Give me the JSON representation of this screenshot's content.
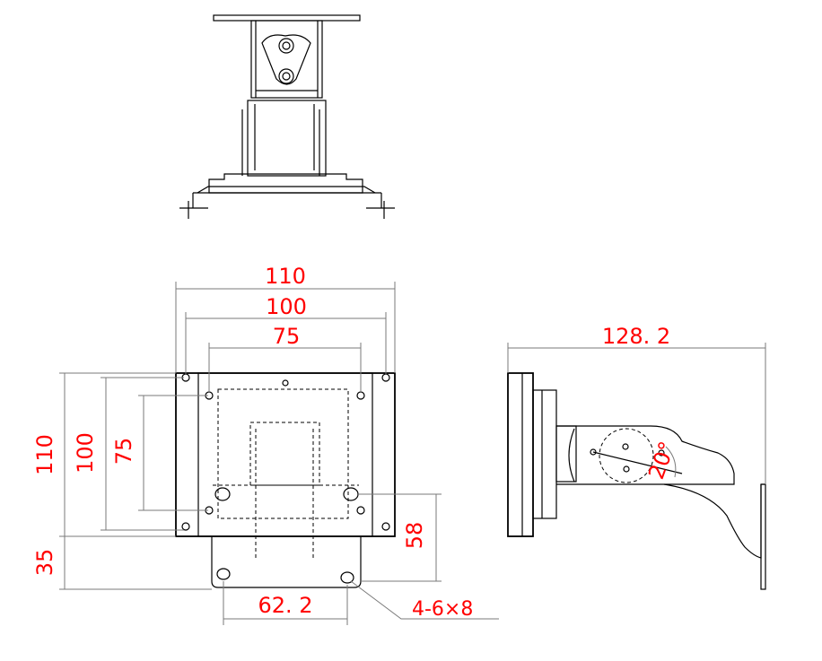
{
  "colors": {
    "dimension_text": "#ff0000",
    "dimension_line": "#7a7a7a",
    "outline": "#000000"
  },
  "dimensions": {
    "overall_width": "110",
    "hole_pitch_100": "100",
    "hole_pitch_75": "75",
    "overall_height": "110",
    "height_100": "100",
    "height_75": "75",
    "tab_height": "35",
    "bottom_58": "58",
    "bottom_pitch": "62. 2",
    "slot_callout": "4-6×8",
    "side_length": "128. 2",
    "tilt_angle": "20°"
  }
}
